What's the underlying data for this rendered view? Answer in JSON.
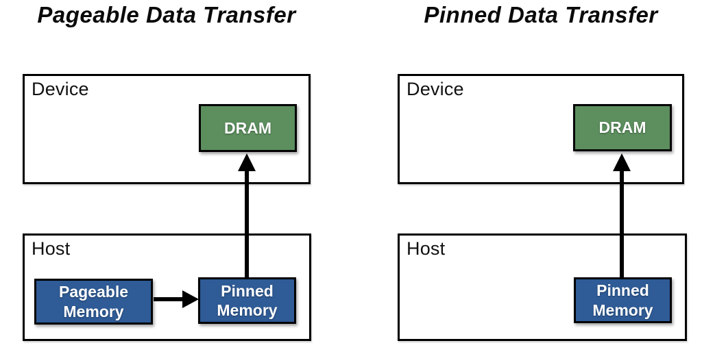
{
  "colors": {
    "background": "#ffffff",
    "border": "#000000",
    "arrow": "#000000",
    "dram_fill": "#5c8e5e",
    "memory_fill": "#2f5b96",
    "box_label_text": "#ffffff",
    "container_label_text": "#111111",
    "title_text": "#0a0a0a"
  },
  "left_panel": {
    "title": "Pageable Data Transfer",
    "device_label": "Device",
    "dram_label": "DRAM",
    "host_label": "Host",
    "pageable_memory_label": "Pageable Memory",
    "pinned_memory_label": "Pinned Memory"
  },
  "right_panel": {
    "title": "Pinned Data Transfer",
    "device_label": "Device",
    "dram_label": "DRAM",
    "host_label": "Host",
    "pinned_memory_label": "Pinned Memory"
  }
}
